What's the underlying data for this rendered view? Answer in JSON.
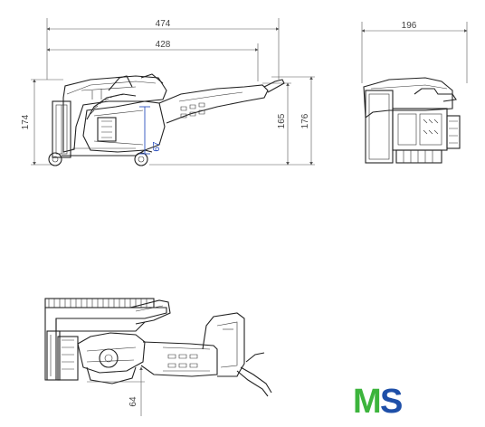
{
  "dimensions": {
    "side_total_length": "474",
    "side_blade_to_handle": "428",
    "side_height_left": "174",
    "side_height_right_inner": "165",
    "side_height_right_outer": "176",
    "side_cut_depth": "67",
    "front_width": "196",
    "top_view_offset": "64"
  },
  "logo": {
    "letter_1": "M",
    "letter_2": "S",
    "color_1": "#3cb43c",
    "color_2": "#1e4fa8"
  }
}
